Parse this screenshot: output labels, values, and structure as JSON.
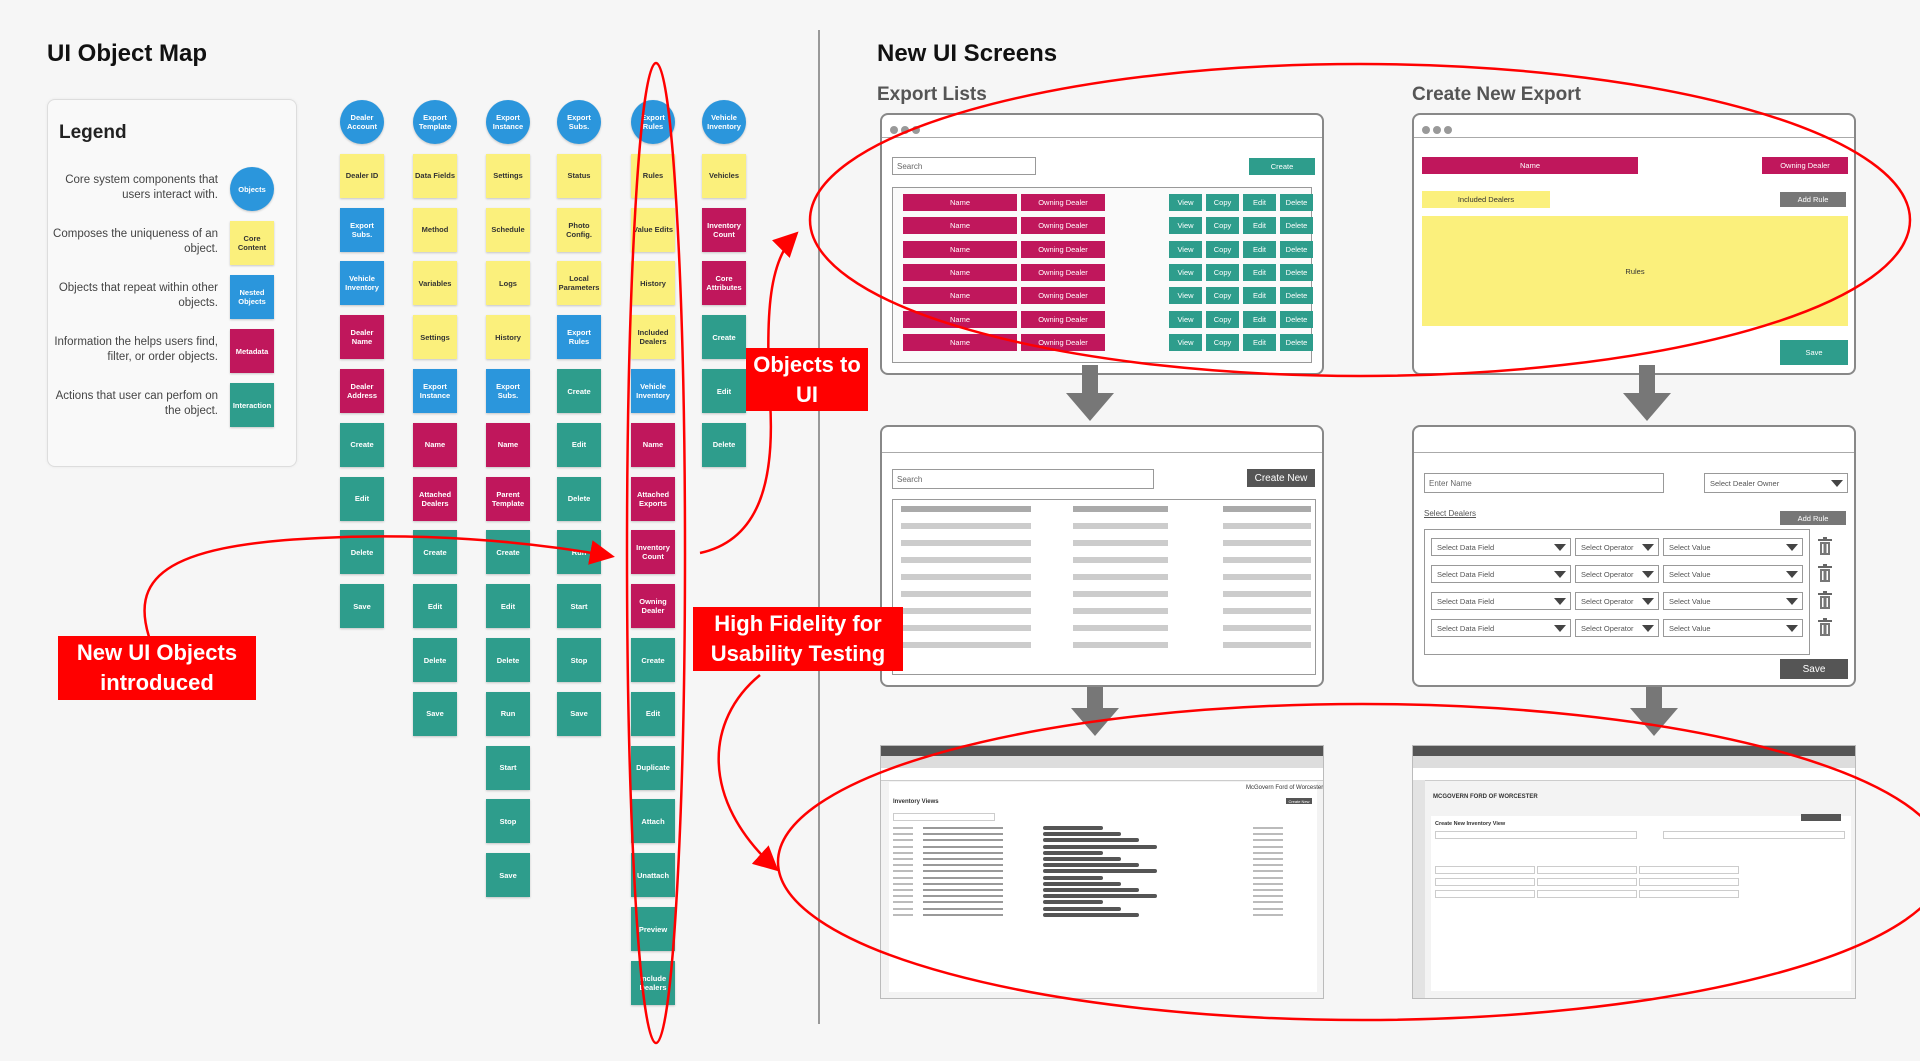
{
  "left": {
    "title": "UI Object Map",
    "legend": {
      "title": "Legend",
      "rows": [
        {
          "desc": "Core system components that users interact with.",
          "label": "Objects"
        },
        {
          "desc": "Composes the uniqueness of an object.",
          "label": "Core Content"
        },
        {
          "desc": "Objects that repeat within other objects.",
          "label": "Nested Objects"
        },
        {
          "desc": "Information the helps users find, filter, or order objects.",
          "label": "Metadata"
        },
        {
          "desc": "Actions that user can perfom on the object.",
          "label": "Interaction"
        }
      ]
    },
    "columns": [
      {
        "items": [
          [
            "obj",
            "Dealer Account"
          ],
          [
            "core",
            "Dealer ID"
          ],
          [
            "nest",
            "Export Subs."
          ],
          [
            "nest",
            "Vehicle Inventory"
          ],
          [
            "meta",
            "Dealer Name"
          ],
          [
            "meta",
            "Dealer Address"
          ],
          [
            "int",
            "Create"
          ],
          [
            "int",
            "Edit"
          ],
          [
            "int",
            "Delete"
          ],
          [
            "int",
            "Save"
          ]
        ]
      },
      {
        "items": [
          [
            "obj",
            "Export Template"
          ],
          [
            "core",
            "Data Fields"
          ],
          [
            "core",
            "Method"
          ],
          [
            "core",
            "Variables"
          ],
          [
            "core",
            "Settings"
          ],
          [
            "nest",
            "Export Instance"
          ],
          [
            "meta",
            "Name"
          ],
          [
            "meta",
            "Attached Dealers"
          ],
          [
            "int",
            "Create"
          ],
          [
            "int",
            "Edit"
          ],
          [
            "int",
            "Delete"
          ],
          [
            "int",
            "Save"
          ]
        ]
      },
      {
        "items": [
          [
            "obj",
            "Export Instance"
          ],
          [
            "core",
            "Settings"
          ],
          [
            "core",
            "Schedule"
          ],
          [
            "core",
            "Logs"
          ],
          [
            "core",
            "History"
          ],
          [
            "nest",
            "Export Subs."
          ],
          [
            "meta",
            "Name"
          ],
          [
            "meta",
            "Parent Template"
          ],
          [
            "int",
            "Create"
          ],
          [
            "int",
            "Edit"
          ],
          [
            "int",
            "Delete"
          ],
          [
            "int",
            "Run"
          ],
          [
            "int",
            "Start"
          ],
          [
            "int",
            "Stop"
          ],
          [
            "int",
            "Save"
          ]
        ]
      },
      {
        "items": [
          [
            "obj",
            "Export Subs."
          ],
          [
            "core",
            "Status"
          ],
          [
            "core",
            "Photo Config."
          ],
          [
            "core",
            "Local Parameters"
          ],
          [
            "nest",
            "Export Rules"
          ],
          [
            "int",
            "Create"
          ],
          [
            "int",
            "Edit"
          ],
          [
            "int",
            "Delete"
          ],
          [
            "int",
            "Run"
          ],
          [
            "int",
            "Start"
          ],
          [
            "int",
            "Stop"
          ],
          [
            "int",
            "Save"
          ]
        ]
      },
      {
        "items": [
          [
            "obj",
            "Export Rules"
          ],
          [
            "core",
            "Rules"
          ],
          [
            "core",
            "Value Edits"
          ],
          [
            "core",
            "History"
          ],
          [
            "core",
            "Included Dealers"
          ],
          [
            "nest",
            "Vehicle Inventory"
          ],
          [
            "meta",
            "Name"
          ],
          [
            "meta",
            "Attached Exports"
          ],
          [
            "meta",
            "Inventory Count"
          ],
          [
            "meta",
            "Owning Dealer"
          ],
          [
            "int",
            "Create"
          ],
          [
            "int",
            "Edit"
          ],
          [
            "int",
            "Duplicate"
          ],
          [
            "int",
            "Attach"
          ],
          [
            "int",
            "Unattach"
          ],
          [
            "int",
            "Preview"
          ],
          [
            "int",
            "Include Dealers"
          ]
        ]
      },
      {
        "items": [
          [
            "obj",
            "Vehicle Inventory"
          ],
          [
            "core",
            "Vehicles"
          ],
          [
            "meta",
            "Inventory Count"
          ],
          [
            "meta",
            "Core Attributes"
          ],
          [
            "int",
            "Create"
          ],
          [
            "int",
            "Edit"
          ],
          [
            "int",
            "Delete"
          ]
        ]
      }
    ],
    "callouts": {
      "new_objects": "New UI Objects introduced",
      "objects_to_ui": "Objects to UI",
      "high_fidelity": "High Fidelity for Usability Testing"
    }
  },
  "right": {
    "title": "New UI Screens",
    "export_lists": "Export Lists",
    "create_new_export": "Create New Export",
    "wire1": {
      "search": "Search",
      "create": "Create",
      "name": "Name",
      "owning": "Owning Dealer",
      "actions": [
        "View",
        "Copy",
        "Edit",
        "Delete"
      ]
    },
    "wire2": {
      "name": "Name",
      "owning": "Owning Dealer",
      "included": "Included Dealers",
      "add_rule": "Add Rule",
      "rules": "Rules",
      "save": "Save"
    },
    "mid1": {
      "search": "Search",
      "create_new": "Create New"
    },
    "mid2": {
      "enter_name": "Enter Name",
      "select_owner": "Select Dealer Owner",
      "select_dealers": "Select Dealers",
      "add_rule": "Add Rule",
      "field": "Select Data Field",
      "operator": "Select Operator",
      "value": "Select Value",
      "save": "Save"
    },
    "hifi1": {
      "title": "Inventory Views",
      "dealer": "McGovern Ford of Worcester",
      "create_new": "Create New"
    },
    "hifi2": {
      "dealer": "MCGOVERN FORD OF WORCESTER",
      "title": "Create New Inventory View"
    }
  },
  "colors": {
    "objects": "#2b96dc",
    "core": "#fbf07c",
    "nested": "#2b96dc",
    "metadata": "#c0175c",
    "interaction": "#2e9d8c",
    "annotation": "#ff0000"
  }
}
